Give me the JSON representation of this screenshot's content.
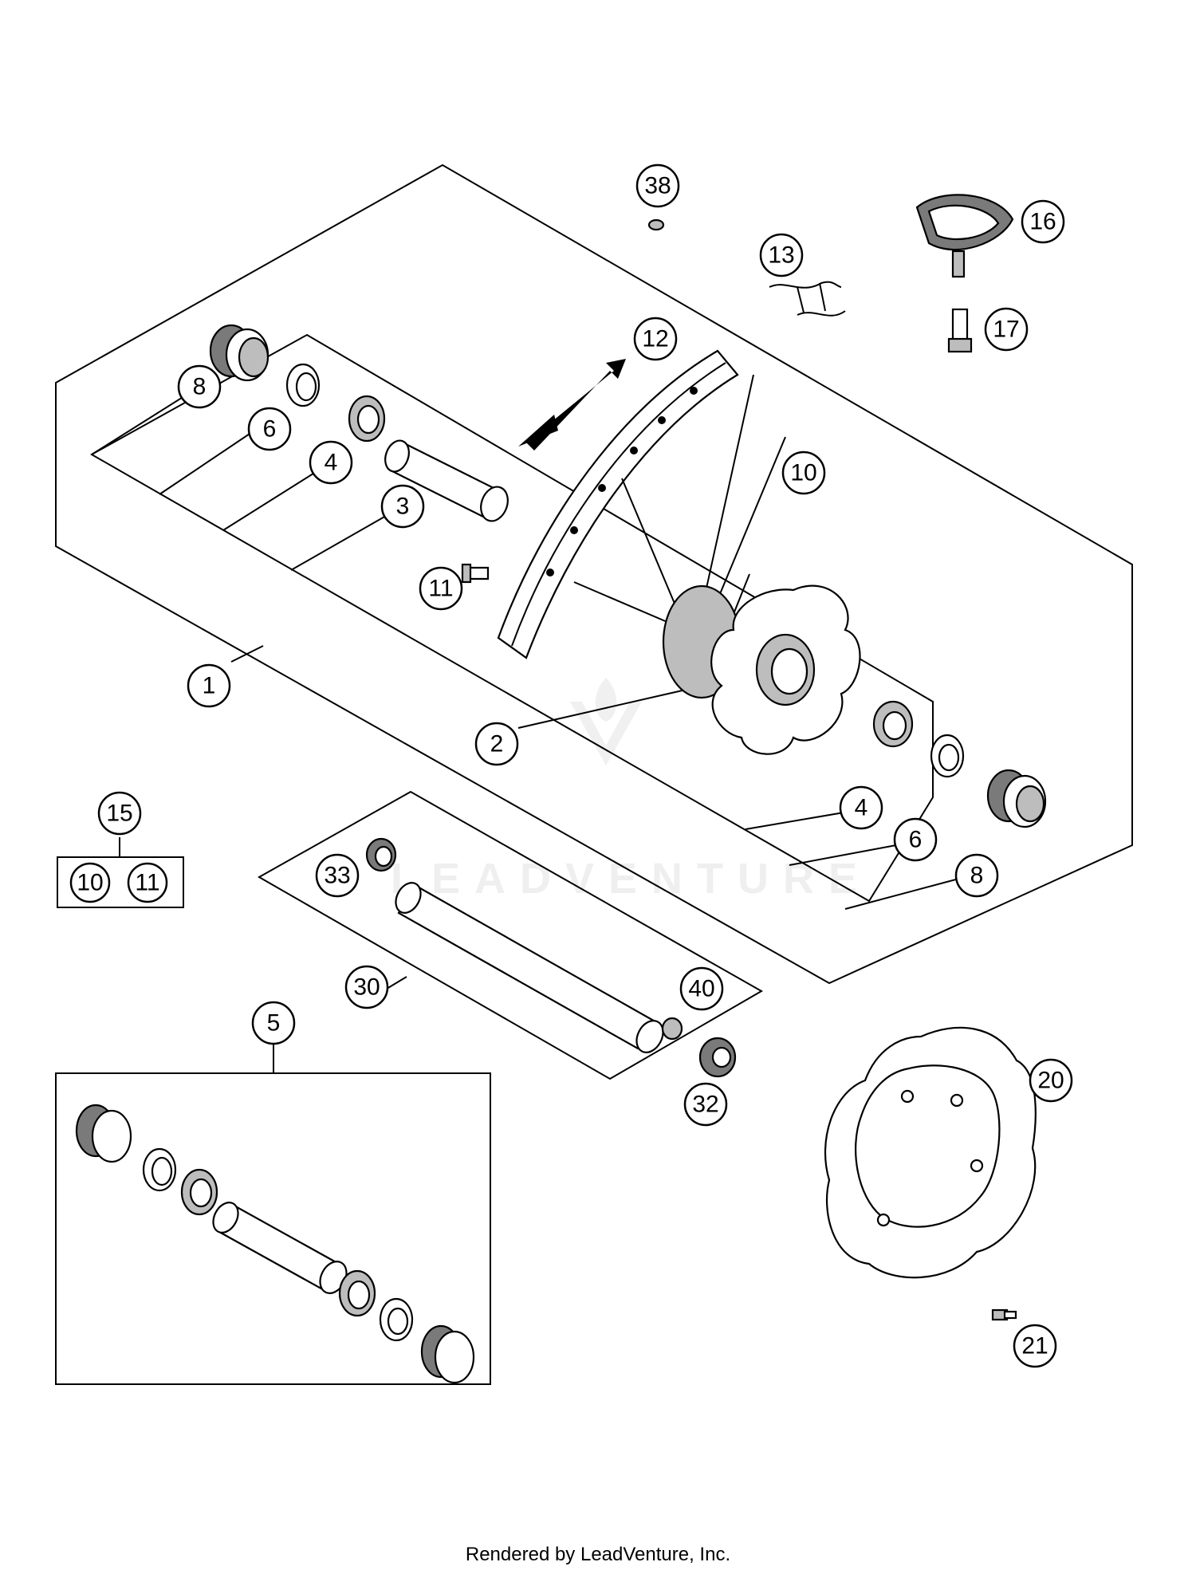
{
  "watermark": "LEADVENTURE",
  "footer": "Rendered by LeadVenture, Inc.",
  "callouts": {
    "c1": "1",
    "c2": "2",
    "c3": "3",
    "c4a": "4",
    "c4b": "4",
    "c5": "5",
    "c6a": "6",
    "c6b": "6",
    "c8a": "8",
    "c8b": "8",
    "c10a": "10",
    "c10b": "10",
    "c11a": "11",
    "c11b": "11",
    "c12": "12",
    "c13": "13",
    "c15": "15",
    "c16": "16",
    "c17": "17",
    "c20": "20",
    "c21": "21",
    "c30": "30",
    "c32": "32",
    "c33": "33",
    "c38": "38",
    "c40": "40"
  },
  "colors": {
    "line": "#000000",
    "shade": "#bdbdbd",
    "dark": "#7a7a7a",
    "watermark": "#eeeeee"
  }
}
